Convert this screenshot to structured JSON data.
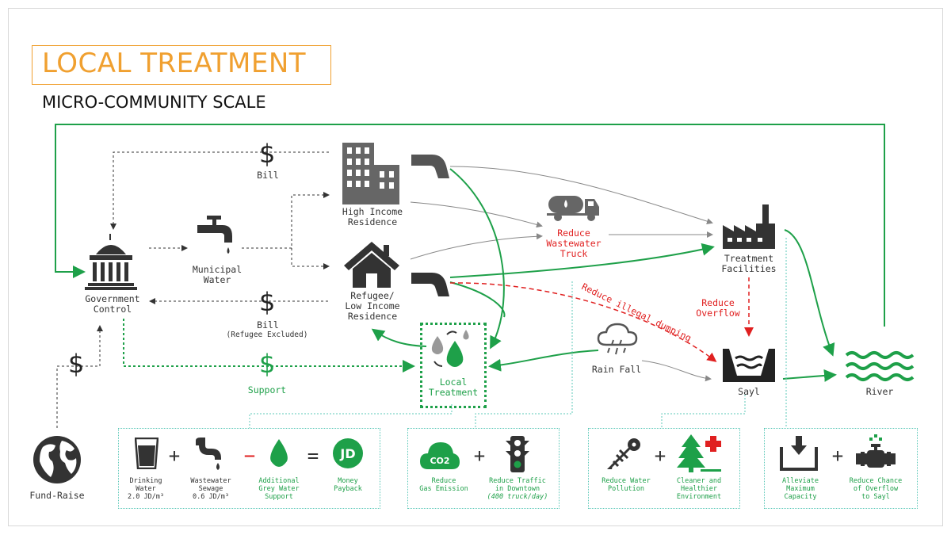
{
  "header": {
    "title": "LOCAL TREATMENT",
    "subtitle": "MICRO-COMMUNITY SCALE"
  },
  "nodes": {
    "high_income": "High Income\nResidence",
    "low_income": "Refugee/\nLow Income\nResidence",
    "municipal": "Municipal\nWater",
    "government": "Government\nControl",
    "truck": "Reduce\nWastewater\nTruck",
    "treatment": "Treatment\nFacilities",
    "reduce_overflow": "Reduce\nOverflow",
    "local_treatment": "Local\nTreatment",
    "rain": "Rain Fall",
    "sayl": "Sayl",
    "river": "River",
    "fund_raise": "Fund-Raise",
    "bill_top": "Bill",
    "bill_bottom": "Bill",
    "bill_note": "(Refugee Excluded)",
    "support": "Support",
    "illegal": "Reduce illegal dumping",
    "dollar": "$"
  },
  "panels": {
    "p1": {
      "drinking": "Drinking\nWater",
      "drinking_price": "2.0 JD/m³",
      "sewage": "Wastewater\nSewage",
      "sewage_price": "0.6 JD/m³",
      "grey": "Additional\nGrey Water\nSupport",
      "money": "Money\nPayback",
      "jd": "JD",
      "plus": "+",
      "minus": "−",
      "equals": "="
    },
    "p2": {
      "co2": "CO2",
      "gas": "Reduce\nGas Emission",
      "traffic": "Reduce Traffic\nin Downtown",
      "traffic_note": "(400 truck/day)",
      "plus": "+"
    },
    "p3": {
      "pollution": "Reduce Water\nPollution",
      "healthier": "Cleaner and\nHealthier\nEnvironment",
      "plus": "+"
    },
    "p4": {
      "capacity": "Alleviate\nMaximum\nCapacity",
      "overflow": "Reduce Chance\nof Overflow\nto Sayl",
      "plus": "+"
    }
  },
  "colors": {
    "accent": "#f0a030",
    "green": "#1ea049",
    "red": "#e02020",
    "dark": "#333333",
    "grey": "#888888"
  },
  "icons": [
    "globe-icon",
    "government-building-icon",
    "faucet-icon",
    "office-building-icon",
    "house-icon",
    "pipe-icon",
    "tanker-truck-icon",
    "factory-icon",
    "rain-cloud-icon",
    "canal-icon",
    "waves-icon",
    "water-drops-icon",
    "glass-icon",
    "traffic-light-icon",
    "dead-fish-icon",
    "tree-icon",
    "tank-icon",
    "valve-icon"
  ]
}
